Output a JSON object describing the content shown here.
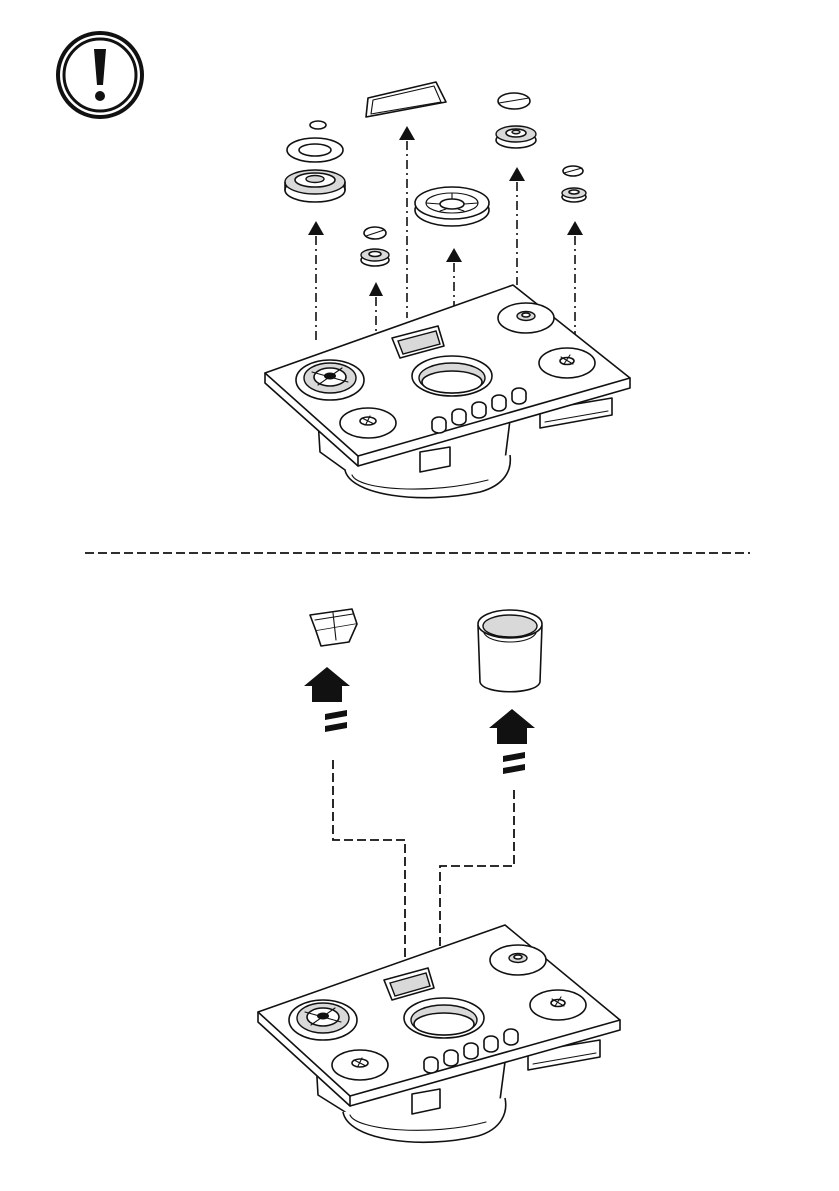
{
  "figure": {
    "type": "assembly-diagram",
    "panels": [
      "top-removal-of-burner-parts",
      "bottom-removal-of-filter-and-container"
    ],
    "colors": {
      "ink": "#111111",
      "background": "#ffffff",
      "shade": "#d9d9d9"
    },
    "icons": [
      "warning-exclamation-icon",
      "up-arrow-icon",
      "bold-up-arrow-icon"
    ]
  }
}
